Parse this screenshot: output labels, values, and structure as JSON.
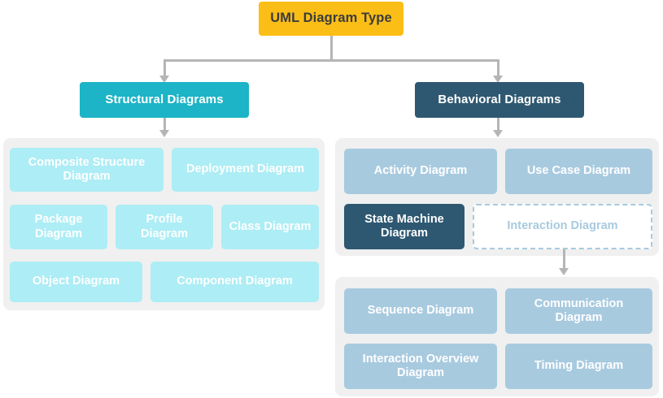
{
  "root": {
    "label": "UML Diagram Type",
    "color": "#FBBE16",
    "text_color": "#3C3C3C"
  },
  "branches": [
    {
      "label": "Structural Diagrams",
      "color": "#1CB4C6"
    },
    {
      "label": "Behavioral Diagrams",
      "color": "#2E5871"
    }
  ],
  "structural": {
    "panel_color": "#F0F0F0",
    "card_color": "#ADEDF5",
    "rows": [
      [
        {
          "label": "Composite Structure Diagram"
        },
        {
          "label": "Deployment Diagram"
        }
      ],
      [
        {
          "label": "Package Diagram"
        },
        {
          "label": "Profile Diagram"
        },
        {
          "label": "Class Diagram"
        }
      ],
      [
        {
          "label": "Object Diagram"
        },
        {
          "label": "Component Diagram"
        }
      ]
    ]
  },
  "behavioral": {
    "panel_color": "#F0F0F0",
    "card_color": "#A8CADF",
    "highlight_color": "#2E5871",
    "rows": [
      [
        {
          "label": "Activity Diagram",
          "style": "filled"
        },
        {
          "label": "Use Case Diagram",
          "style": "filled"
        }
      ],
      [
        {
          "label": "State Machine Diagram",
          "style": "highlight"
        },
        {
          "label": "Interaction Diagram",
          "style": "dashed"
        }
      ]
    ]
  },
  "interaction": {
    "panel_color": "#F0F0F0",
    "card_color": "#A8CADF",
    "rows": [
      [
        {
          "label": "Sequence Diagram"
        },
        {
          "label": "Communication Diagram"
        }
      ],
      [
        {
          "label": "Interaction Overview Diagram"
        },
        {
          "label": "Timing Diagram"
        }
      ]
    ]
  },
  "connector_color": "#B5B5B5"
}
